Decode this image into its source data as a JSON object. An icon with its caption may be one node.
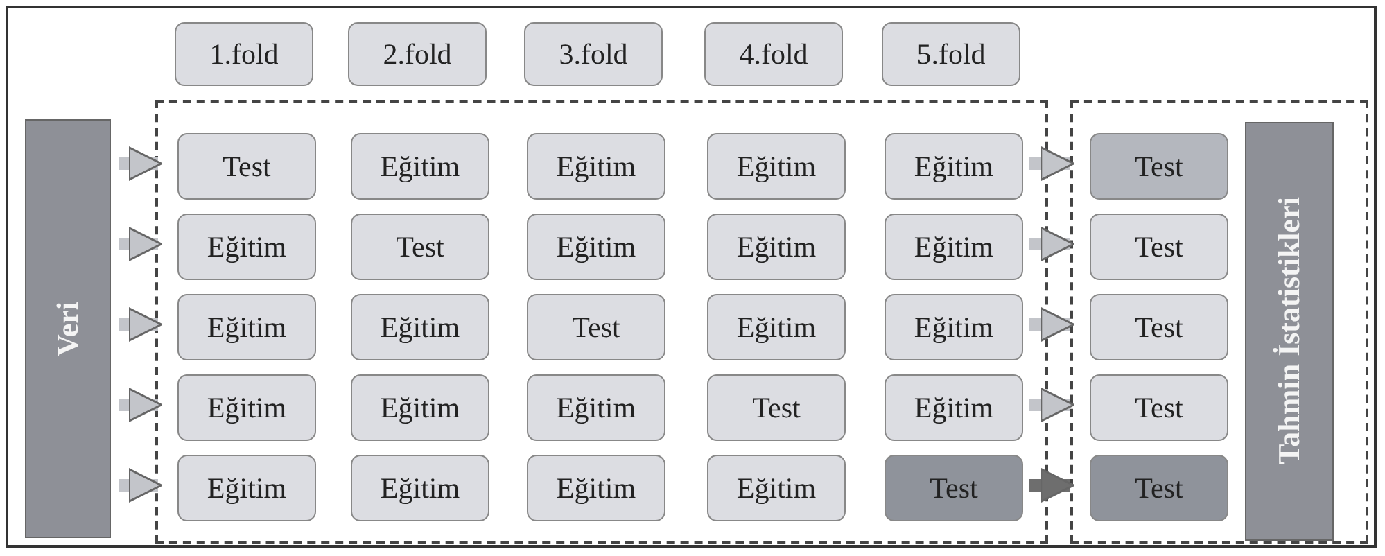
{
  "diagram": {
    "nodes": [
      {
        "text": [
          "1.fold"
        ]
      },
      {
        "text": [
          "2.fold"
        ]
      },
      {
        "text": [
          "3.fold"
        ]
      },
      {
        "text": [
          "4.fold"
        ]
      },
      {
        "text": [
          "5.fold"
        ]
      },
      {
        "text": [
          "Veri"
        ]
      },
      {
        "text": [],
        "shape": "box"
      },
      {
        "text": [
          "Test"
        ],
        "in": 6
      },
      {
        "text": [
          "Eğitim"
        ],
        "in": 6
      },
      {
        "text": [
          "Eğitim"
        ],
        "in": 6
      },
      {
        "text": [
          "Eğitim"
        ],
        "in": 6
      },
      {
        "text": [
          "Eğitim"
        ],
        "in": 6
      },
      {
        "text": [
          "Eğitim"
        ],
        "in": 6
      },
      {
        "text": [
          "Test"
        ],
        "in": 6
      },
      {
        "text": [
          "Eğitim"
        ],
        "in": 6
      },
      {
        "text": [
          "Eğitim"
        ],
        "in": 6
      },
      {
        "text": [
          "Eğitim"
        ],
        "in": 6
      },
      {
        "text": [
          "Eğitim"
        ],
        "in": 6
      },
      {
        "text": [
          "Eğitim"
        ],
        "in": 6
      },
      {
        "text": [
          "Test"
        ],
        "in": 6
      },
      {
        "text": [
          "Eğitim"
        ],
        "in": 6
      },
      {
        "text": [
          "Eğitim"
        ],
        "in": 6
      },
      {
        "text": [
          "Eğitim"
        ],
        "in": 6
      },
      {
        "text": [
          "Eğitim"
        ],
        "in": 6
      },
      {
        "text": [
          "Eğitim"
        ],
        "in": 6
      },
      {
        "text": [
          "Test"
        ],
        "in": 6
      },
      {
        "text": [
          "Eğitim"
        ],
        "in": 6
      },
      {
        "text": [
          "Eğitim"
        ],
        "in": 6
      },
      {
        "text": [
          "Eğitim"
        ],
        "in": 6
      },
      {
        "text": [
          "Eğitim"
        ],
        "in": 6
      },
      {
        "text": [
          "Eğitim"
        ],
        "in": 6
      },
      {
        "text": [
          "Test"
        ],
        "in": 6
      },
      {
        "text": [],
        "shape": "box"
      },
      {
        "text": [
          "Test"
        ],
        "in": 32
      },
      {
        "text": [
          "Test"
        ],
        "in": 32
      },
      {
        "text": [
          "Test"
        ],
        "in": 32
      },
      {
        "text": [
          "Test"
        ],
        "in": 32
      },
      {
        "text": [
          "Test"
        ],
        "in": 32
      },
      {
        "text": [
          "Tahmin İstatistikleri"
        ],
        "in": 32
      }
    ],
    "edges": [
      {
        "from": 5,
        "to": 7,
        "arrow": "to"
      },
      {
        "from": 5,
        "to": 12,
        "arrow": "to"
      },
      {
        "from": 5,
        "to": 17,
        "arrow": "to"
      },
      {
        "from": 5,
        "to": 22,
        "arrow": "to"
      },
      {
        "from": 5,
        "to": 27,
        "arrow": "to"
      },
      {
        "from": 11,
        "to": 33,
        "arrow": "to"
      },
      {
        "from": 16,
        "to": 34,
        "arrow": "to"
      },
      {
        "from": 21,
        "to": 35,
        "arrow": "to"
      },
      {
        "from": 26,
        "to": 36,
        "arrow": "to"
      },
      {
        "from": 31,
        "to": 37,
        "arrow": "to",
        "color": "#6e6e6e"
      }
    ]
  }
}
